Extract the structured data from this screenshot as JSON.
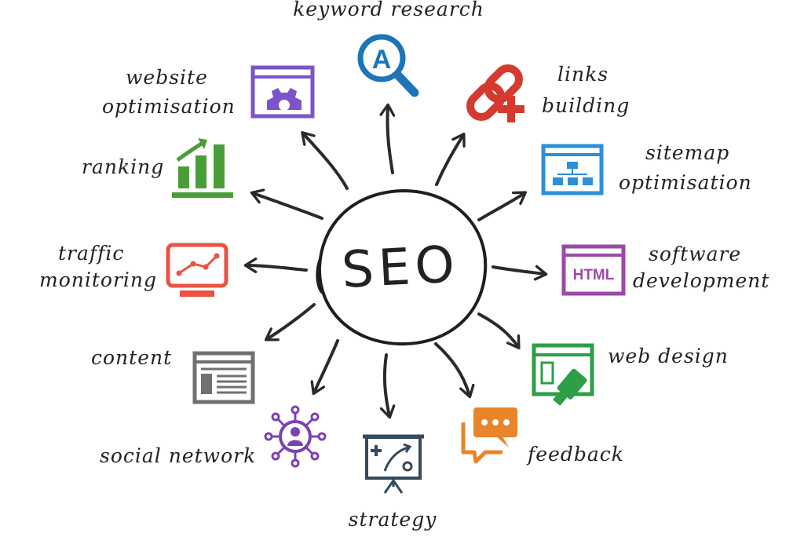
{
  "center": {
    "label": "SEO"
  },
  "nodes": {
    "keyword_research": {
      "label": "keyword research",
      "icon": "magnifier-a-icon",
      "icon_text": "A",
      "color": "#1d75b8"
    },
    "links_building": {
      "label_lines": [
        "links",
        "building"
      ],
      "icon": "chain-plus-icon",
      "color": "#d63a2f"
    },
    "sitemap_optimisation": {
      "label_lines": [
        "sitemap",
        "optimisation"
      ],
      "icon": "sitemap-window-icon",
      "color": "#2d8fd8"
    },
    "software_development": {
      "label_lines": [
        "software",
        "development"
      ],
      "icon": "html-window-icon",
      "icon_text": "HTML",
      "color": "#9b4aa6"
    },
    "web_design": {
      "label": "web design",
      "icon": "web-design-icon",
      "color": "#2e9e47"
    },
    "feedback": {
      "label": "feedback",
      "icon": "chat-bubbles-icon",
      "color": "#e8842a"
    },
    "strategy": {
      "label": "strategy",
      "icon": "strategy-board-icon",
      "color": "#344a5e"
    },
    "social_network": {
      "label": "social network",
      "icon": "social-network-icon",
      "color": "#7b42b4"
    },
    "content": {
      "label": "content",
      "icon": "content-window-icon",
      "color": "#707070"
    },
    "traffic_monitoring": {
      "label_lines": [
        "traffic",
        "monitoring"
      ],
      "icon": "monitor-graph-icon",
      "color": "#e85344"
    },
    "ranking": {
      "label": "ranking",
      "icon": "bar-chart-icon",
      "color": "#4a9e3a"
    },
    "website_optimisation": {
      "label_lines": [
        "website",
        "optimisation"
      ],
      "icon": "gear-window-icon",
      "color": "#7b55c8"
    }
  }
}
